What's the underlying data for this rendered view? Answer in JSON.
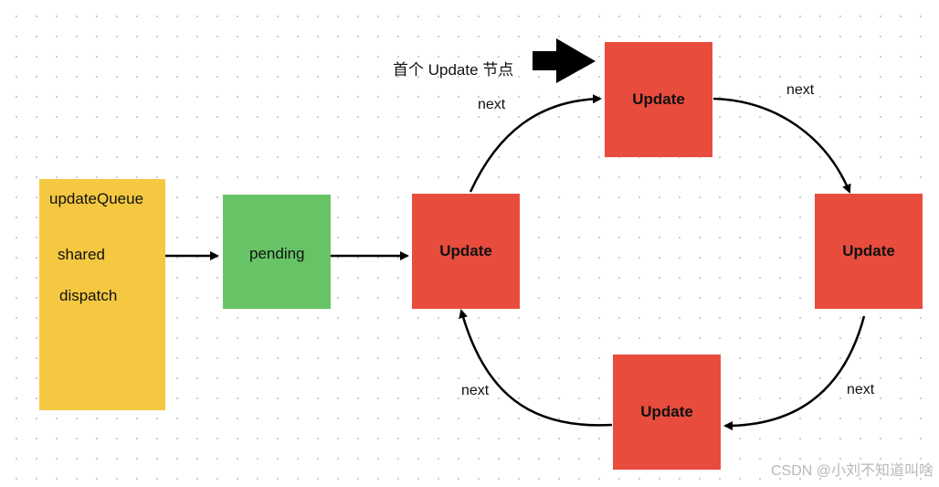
{
  "colors": {
    "queue": "#f5c842",
    "pending": "#66c466",
    "update": "#e84c3d",
    "arrow": "#000000"
  },
  "update_queue": {
    "title": "updateQueue",
    "shared": "shared",
    "dispatch": "dispatch"
  },
  "pending": {
    "label": "pending"
  },
  "updates": [
    {
      "label": "Update"
    },
    {
      "label": "Update"
    },
    {
      "label": "Update"
    },
    {
      "label": "Update"
    }
  ],
  "first_update_note": "首个 Update 节点",
  "next_labels": [
    "next",
    "next",
    "next",
    "next"
  ],
  "watermark": "CSDN @小刘不知道叫啥"
}
